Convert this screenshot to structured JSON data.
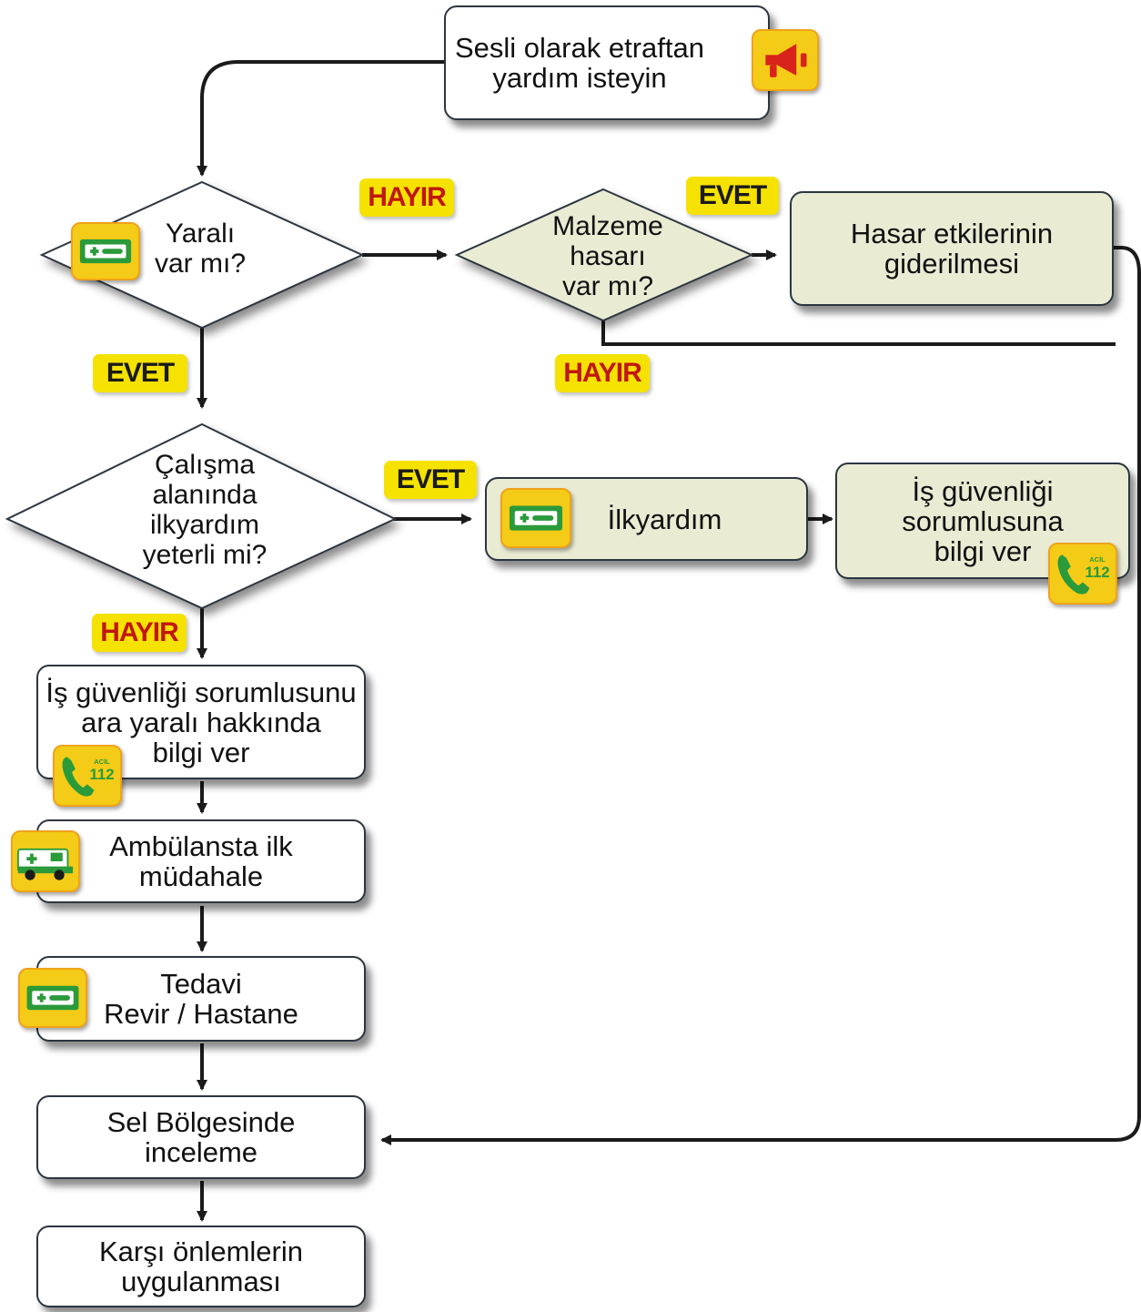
{
  "nodes": {
    "help": "Sesli olarak etraftan\nyardım isteyin",
    "injured_q": "Yaralı\nvar mı?",
    "damage_q": "Malzeme\nhasarı\nvar mı?",
    "damage_fix": "Hasar etkilerinin\ngiderilmesi",
    "firstaid_q": "Çalışma\nalanında\nilkyardım\nyeterli mi?",
    "firstaid": "İlkyardım",
    "inform_officer": "İş güvenliği\nsorumlusuna\nbilgi ver",
    "call_officer": "İş güvenliği sorumlusunu\nara yaralı hakkında\nbilgi ver",
    "ambulance": "Ambülansta ilk\nmüdahale",
    "treatment": "Tedavi\nRevir / Hastane",
    "inspection": "Sel Bölgesinde\ninceleme",
    "countermeasures": "Karşı önlemlerin\nuygulanması"
  },
  "labels": {
    "yes": "EVET",
    "no": "HAYIR"
  },
  "emergency_icon_text": {
    "small": "ACİL",
    "number": "112"
  },
  "icons": [
    "megaphone-icon",
    "first-aid-kit-icon",
    "emergency-112-phone-icon",
    "ambulance-icon"
  ],
  "colors": {
    "tag_yellow": "#f6e200",
    "tag_no_red": "#c0170f",
    "icon_yellow": "#f4cc17",
    "icon_green": "#2a9a3a",
    "icon_red": "#d8231a",
    "box_green": "#e9ecd3",
    "line": "#1b1b1b"
  }
}
